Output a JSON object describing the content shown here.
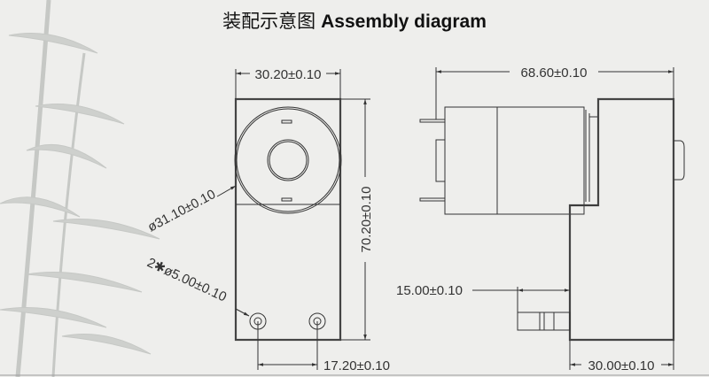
{
  "title": {
    "chinese": "装配示意图",
    "english": "Assembly diagram"
  },
  "front_view": {
    "width_dim": "30.20±0.10",
    "height_dim": "70.20±0.10",
    "circle_dim": "ø31.10±0.10",
    "holes_dim": "2✱ø5.00±0.10",
    "hole_spacing_dim": "17.20±0.10"
  },
  "side_view": {
    "length_dim": "68.60±0.10",
    "nozzle_dim": "15.00±0.10",
    "housing_width_dim": "30.00±0.10"
  },
  "colors": {
    "background": "#eeeeec",
    "line": "#333333"
  }
}
